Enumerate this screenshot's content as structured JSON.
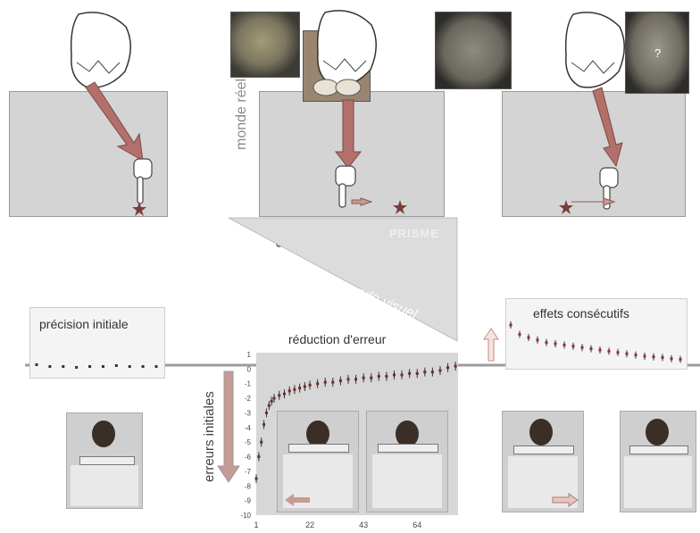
{
  "labels": {
    "monde_reel": "monde réel",
    "prisme": "PRISME",
    "monde_visuel": "monde visuel",
    "precision_initiale": "précision initiale",
    "reduction_erreur": "réduction d'erreur",
    "effets_consecutifs": "effets consécutifs",
    "erreurs_initiales": "erreurs initiales",
    "question_mark": "?"
  },
  "chart_data": [
    {
      "type": "scatter",
      "title": "réduction d'erreur",
      "ylabel": "erreurs initiales",
      "ylim": [
        -10,
        1
      ],
      "yticks": [
        "1",
        "0",
        "-1",
        "-2",
        "-3",
        "-4",
        "-5",
        "-6",
        "-7",
        "-8",
        "-9",
        "-10"
      ],
      "xticks": [
        "1",
        "22",
        "43",
        "64"
      ],
      "xlim": [
        1,
        80
      ],
      "series": [
        {
          "x": [
            1,
            2,
            3,
            4,
            5,
            6,
            7,
            8,
            10,
            12,
            14,
            16,
            18,
            20,
            22,
            25,
            28,
            31,
            34,
            37,
            40,
            43,
            46,
            49,
            52,
            55,
            58,
            61,
            64,
            67,
            70,
            73,
            76,
            79
          ],
          "y": [
            -7.5,
            -6,
            -5,
            -3.8,
            -3,
            -2.5,
            -2.2,
            -2,
            -1.8,
            -1.7,
            -1.5,
            -1.4,
            -1.3,
            -1.2,
            -1.1,
            -1,
            -0.9,
            -0.9,
            -0.8,
            -0.7,
            -0.7,
            -0.6,
            -0.6,
            -0.5,
            -0.5,
            -0.4,
            -0.4,
            -0.3,
            -0.3,
            -0.2,
            -0.2,
            -0.1,
            0.1,
            0.2
          ]
        }
      ]
    },
    {
      "type": "line",
      "title": "précision initiale",
      "series": [
        {
          "x": [
            1,
            2,
            3,
            4,
            5,
            6,
            7,
            8,
            9,
            10
          ],
          "y": [
            0.1,
            0,
            0,
            -0.05,
            0,
            0,
            0.05,
            0,
            0,
            0
          ]
        }
      ]
    },
    {
      "type": "scatter",
      "title": "effets consécutifs",
      "series": [
        {
          "x": [
            1,
            2,
            3,
            4,
            5,
            6,
            7,
            8,
            9,
            10,
            11,
            12,
            13,
            14,
            15,
            16,
            17,
            18,
            19,
            20
          ],
          "y": [
            6,
            4.5,
            4,
            3.6,
            3.2,
            3,
            2.8,
            2.6,
            2.4,
            2.2,
            2,
            1.8,
            1.6,
            1.4,
            1.2,
            1,
            0.9,
            0.8,
            0.6,
            0.5
          ]
        }
      ]
    }
  ]
}
